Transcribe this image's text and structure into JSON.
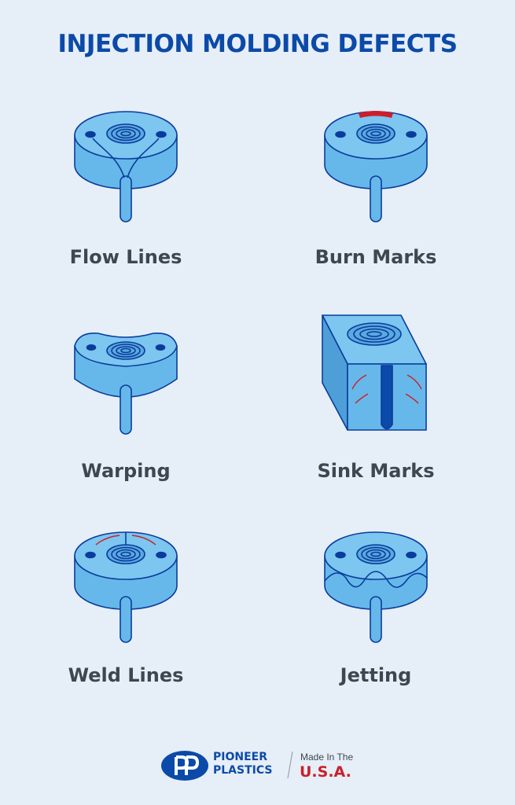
{
  "title": "INJECTION MOLDING DEFECTS",
  "defects": [
    {
      "label": "Flow Lines",
      "icon": "flow-lines-part-icon"
    },
    {
      "label": "Burn Marks",
      "icon": "burn-marks-part-icon"
    },
    {
      "label": "Warping",
      "icon": "warping-part-icon"
    },
    {
      "label": "Sink Marks",
      "icon": "sink-marks-part-icon"
    },
    {
      "label": "Weld Lines",
      "icon": "weld-lines-part-icon"
    },
    {
      "label": "Jetting",
      "icon": "jetting-part-icon"
    }
  ],
  "footer": {
    "brand_line1": "PIONEER",
    "brand_line2": "PLASTICS",
    "made_in": "Made In The",
    "country": "U.S.A."
  },
  "colors": {
    "background": "#e6eef7",
    "title": "#0b4aa8",
    "part_fill": "#66b8ea",
    "part_top": "#7cc6f0",
    "part_stroke": "#0b3c9c",
    "defect_red": "#cc1f2b",
    "label": "#3e4650"
  }
}
